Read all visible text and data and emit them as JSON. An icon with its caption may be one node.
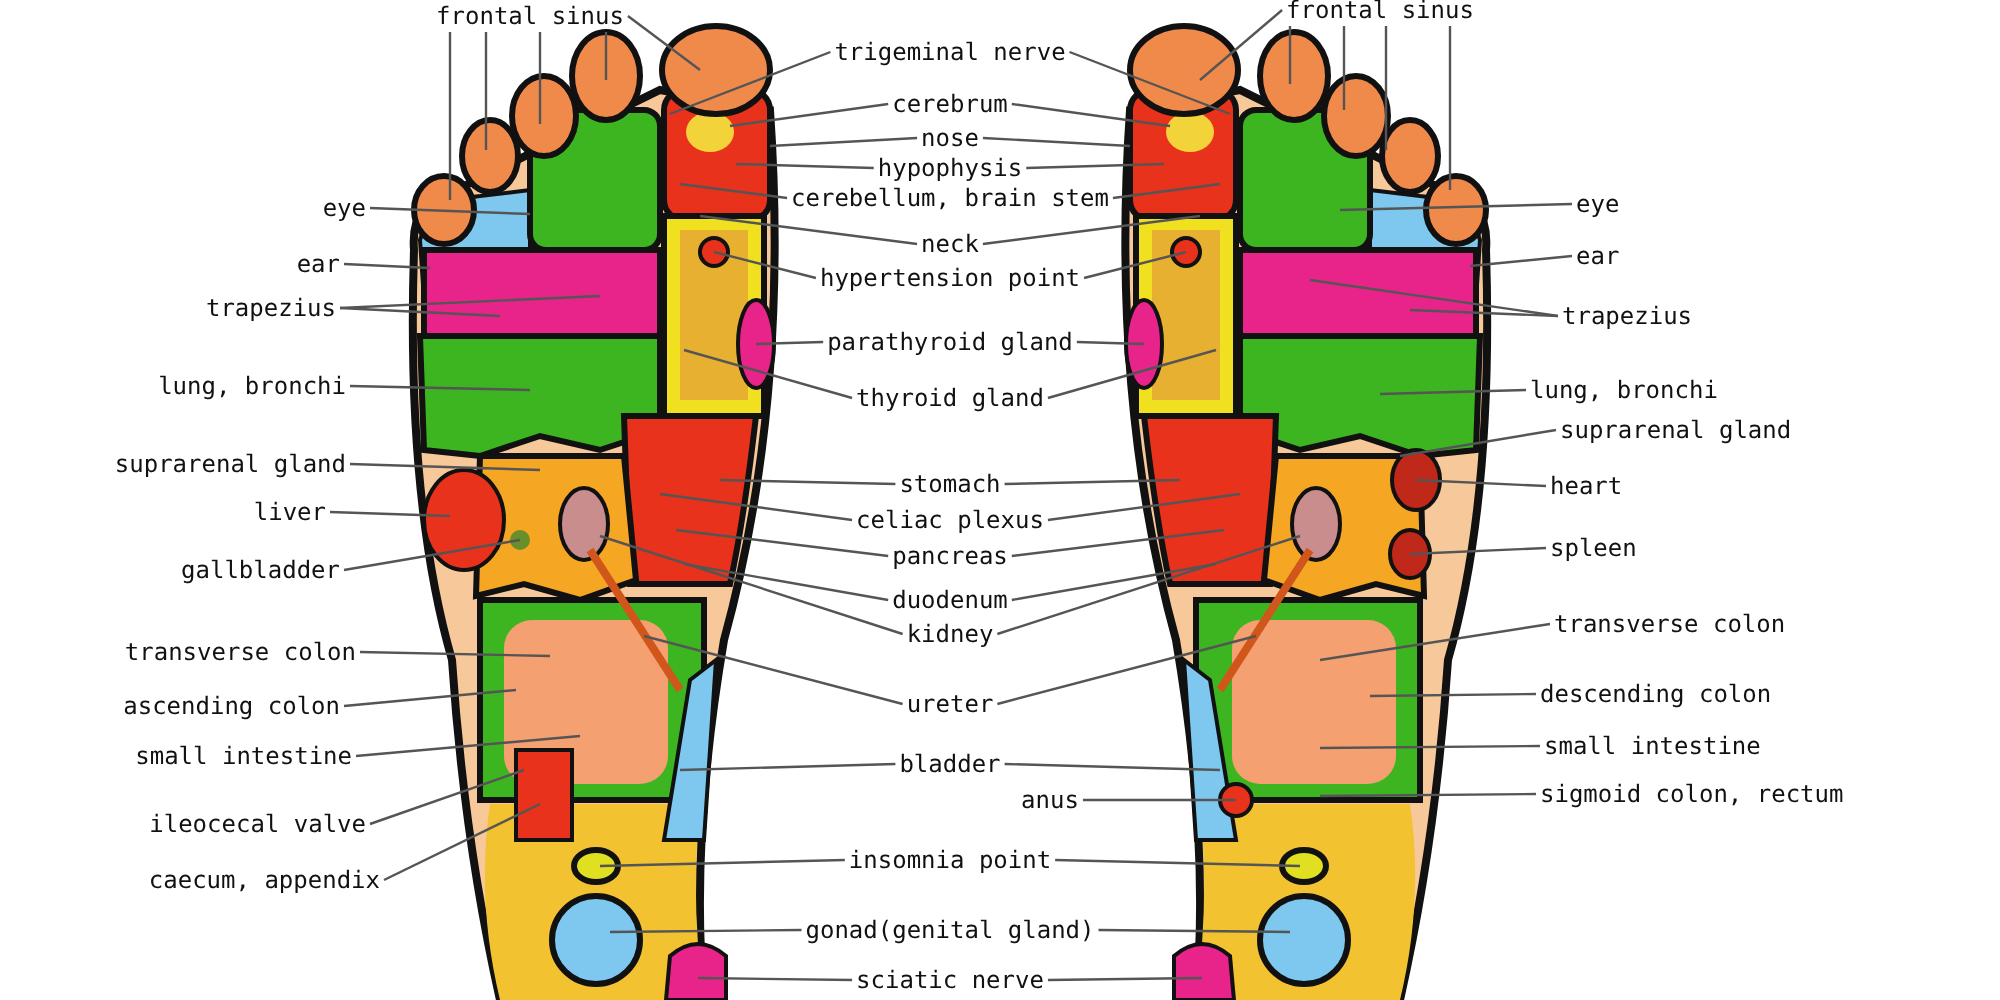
{
  "diagram": {
    "nodes": [
      {
        "text": [
          "frontal sinus"
        ]
      },
      {
        "text": [
          "frontal sinus"
        ]
      },
      {
        "text": [
          "eye"
        ]
      },
      {
        "text": [
          "ear"
        ]
      },
      {
        "text": [
          "trapezius"
        ]
      },
      {
        "text": [
          "lung, bronchi"
        ]
      },
      {
        "text": [
          "suprarenal gland"
        ]
      },
      {
        "text": [
          "liver"
        ]
      },
      {
        "text": [
          "gallbladder"
        ]
      },
      {
        "text": [
          "transverse colon"
        ]
      },
      {
        "text": [
          "ascending colon"
        ]
      },
      {
        "text": [
          "small intestine"
        ]
      },
      {
        "text": [
          "ileocecal valve"
        ]
      },
      {
        "text": [
          "caecum, appendix"
        ]
      },
      {
        "text": [
          "trigeminal nerve"
        ]
      },
      {
        "text": [
          "cerebrum"
        ]
      },
      {
        "text": [
          "nose"
        ]
      },
      {
        "text": [
          "hypophysis"
        ]
      },
      {
        "text": [
          "cerebellum, brain stem"
        ]
      },
      {
        "text": [
          "neck"
        ]
      },
      {
        "text": [
          "hypertension point"
        ]
      },
      {
        "text": [
          "parathyroid gland"
        ]
      },
      {
        "text": [
          "thyroid gland"
        ]
      },
      {
        "text": [
          "stomach"
        ]
      },
      {
        "text": [
          "celiac plexus"
        ]
      },
      {
        "text": [
          "pancreas"
        ]
      },
      {
        "text": [
          "duodenum"
        ]
      },
      {
        "text": [
          "kidney"
        ]
      },
      {
        "text": [
          "ureter"
        ]
      },
      {
        "text": [
          "bladder"
        ]
      },
      {
        "text": [
          "anus"
        ]
      },
      {
        "text": [
          "insomnia point"
        ]
      },
      {
        "text": [
          "gonad(genital gland)"
        ]
      },
      {
        "text": [
          "sciatic nerve"
        ]
      },
      {
        "text": [
          "eye"
        ]
      },
      {
        "text": [
          "ear"
        ]
      },
      {
        "text": [
          "trapezius"
        ]
      },
      {
        "text": [
          "lung, bronchi"
        ]
      },
      {
        "text": [
          "suprarenal gland"
        ]
      },
      {
        "text": [
          "heart"
        ]
      },
      {
        "text": [
          "spleen"
        ]
      },
      {
        "text": [
          "transverse colon"
        ]
      },
      {
        "text": [
          "descending colon"
        ]
      },
      {
        "text": [
          "small intestine"
        ]
      },
      {
        "text": [
          "sigmoid colon, rectum"
        ]
      }
    ],
    "edges": [
      {
        "from": 0,
        "to": null,
        "arrow": "none"
      },
      {
        "from": 0,
        "to": null,
        "arrow": "none"
      },
      {
        "from": 0,
        "to": null,
        "arrow": "none"
      },
      {
        "from": 0,
        "to": null,
        "arrow": "none"
      },
      {
        "from": 0,
        "to": null,
        "arrow": "none"
      },
      {
        "from": 1,
        "to": null,
        "arrow": "none"
      },
      {
        "from": 1,
        "to": null,
        "arrow": "none"
      },
      {
        "from": 1,
        "to": null,
        "arrow": "none"
      },
      {
        "from": 1,
        "to": null,
        "arrow": "none"
      },
      {
        "from": 1,
        "to": null,
        "arrow": "none"
      },
      {
        "from": 2,
        "to": null,
        "arrow": "none"
      },
      {
        "from": 3,
        "to": null,
        "arrow": "none"
      },
      {
        "from": 4,
        "to": null,
        "arrow": "none"
      },
      {
        "from": 4,
        "to": null,
        "arrow": "none"
      },
      {
        "from": 5,
        "to": null,
        "arrow": "none"
      },
      {
        "from": 6,
        "to": null,
        "arrow": "none"
      },
      {
        "from": 7,
        "to": null,
        "arrow": "none"
      },
      {
        "from": 8,
        "to": null,
        "arrow": "none"
      },
      {
        "from": 9,
        "to": null,
        "arrow": "none"
      },
      {
        "from": 10,
        "to": null,
        "arrow": "none"
      },
      {
        "from": 11,
        "to": null,
        "arrow": "none"
      },
      {
        "from": 12,
        "to": null,
        "arrow": "none"
      },
      {
        "from": 13,
        "to": null,
        "arrow": "none"
      },
      {
        "from": 14,
        "to": null,
        "arrow": "none"
      },
      {
        "from": 14,
        "to": null,
        "arrow": "none"
      },
      {
        "from": 15,
        "to": null,
        "arrow": "none"
      },
      {
        "from": 15,
        "to": null,
        "arrow": "none"
      },
      {
        "from": 16,
        "to": null,
        "arrow": "none"
      },
      {
        "from": 16,
        "to": null,
        "arrow": "none"
      },
      {
        "from": 17,
        "to": null,
        "arrow": "none"
      },
      {
        "from": 17,
        "to": null,
        "arrow": "none"
      },
      {
        "from": 18,
        "to": null,
        "arrow": "none"
      },
      {
        "from": 18,
        "to": null,
        "arrow": "none"
      },
      {
        "from": 19,
        "to": null,
        "arrow": "none"
      },
      {
        "from": 19,
        "to": null,
        "arrow": "none"
      },
      {
        "from": 20,
        "to": null,
        "arrow": "none"
      },
      {
        "from": 20,
        "to": null,
        "arrow": "none"
      },
      {
        "from": 21,
        "to": null,
        "arrow": "none"
      },
      {
        "from": 21,
        "to": null,
        "arrow": "none"
      },
      {
        "from": 22,
        "to": null,
        "arrow": "none"
      },
      {
        "from": 22,
        "to": null,
        "arrow": "none"
      },
      {
        "from": 23,
        "to": null,
        "arrow": "none"
      },
      {
        "from": 23,
        "to": null,
        "arrow": "none"
      },
      {
        "from": 24,
        "to": null,
        "arrow": "none"
      },
      {
        "from": 24,
        "to": null,
        "arrow": "none"
      },
      {
        "from": 25,
        "to": null,
        "arrow": "none"
      },
      {
        "from": 25,
        "to": null,
        "arrow": "none"
      },
      {
        "from": 26,
        "to": null,
        "arrow": "none"
      },
      {
        "from": 26,
        "to": null,
        "arrow": "none"
      },
      {
        "from": 27,
        "to": null,
        "arrow": "none"
      },
      {
        "from": 27,
        "to": null,
        "arrow": "none"
      },
      {
        "from": 28,
        "to": null,
        "arrow": "none"
      },
      {
        "from": 28,
        "to": null,
        "arrow": "none"
      },
      {
        "from": 29,
        "to": null,
        "arrow": "none"
      },
      {
        "from": 29,
        "to": null,
        "arrow": "none"
      },
      {
        "from": 30,
        "to": null,
        "arrow": "none"
      },
      {
        "from": 31,
        "to": null,
        "arrow": "none"
      },
      {
        "from": 31,
        "to": null,
        "arrow": "none"
      },
      {
        "from": 32,
        "to": null,
        "arrow": "none"
      },
      {
        "from": 32,
        "to": null,
        "arrow": "none"
      },
      {
        "from": 33,
        "to": null,
        "arrow": "none"
      },
      {
        "from": 33,
        "to": null,
        "arrow": "none"
      },
      {
        "from": 34,
        "to": null,
        "arrow": "none"
      },
      {
        "from": 35,
        "to": null,
        "arrow": "none"
      },
      {
        "from": 36,
        "to": null,
        "arrow": "none"
      },
      {
        "from": 36,
        "to": null,
        "arrow": "none"
      },
      {
        "from": 37,
        "to": null,
        "arrow": "none"
      },
      {
        "from": 38,
        "to": null,
        "arrow": "none"
      },
      {
        "from": 39,
        "to": null,
        "arrow": "none"
      },
      {
        "from": 40,
        "to": null,
        "arrow": "none"
      },
      {
        "from": 41,
        "to": null,
        "arrow": "none"
      },
      {
        "from": 42,
        "to": null,
        "arrow": "none"
      },
      {
        "from": 43,
        "to": null,
        "arrow": "none"
      },
      {
        "from": 44,
        "to": null,
        "arrow": "none"
      }
    ]
  }
}
